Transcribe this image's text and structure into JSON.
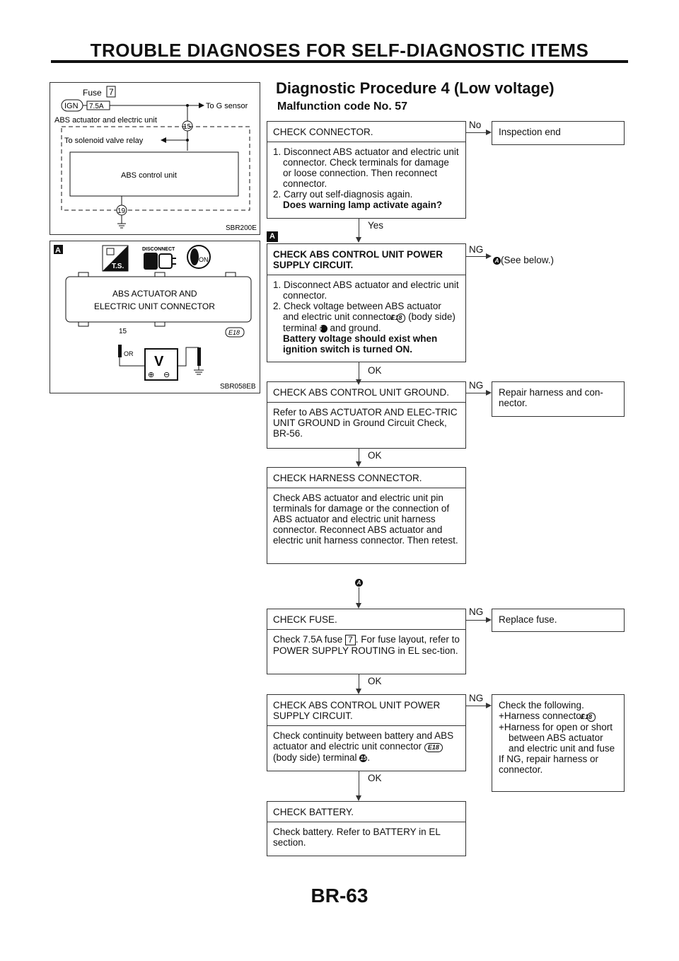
{
  "page": {
    "header": "TROUBLE DIAGNOSES FOR SELF-DIAGNOSTIC ITEMS",
    "title": "Diagnostic Procedure 4 (Low voltage)",
    "subtitle": "Malfunction code No. 57",
    "page_number": "BR-63"
  },
  "figure1": {
    "fuse_label": "Fuse",
    "fuse_number": "7",
    "ign_label": "IGN",
    "amp_label": "7.5A",
    "g_sensor_label": "To G sensor",
    "unit_label": "ABS actuator and electric unit",
    "terminal_15": "15",
    "solenoid_label": "To solenoid valve relay",
    "control_unit_label": "ABS control unit",
    "terminal_19": "19",
    "code": "SBR200E"
  },
  "figure2": {
    "marker": "A",
    "disconnect_label": "DISCONNECT",
    "ts_label": "T.S.",
    "on_label": "ON",
    "connector_line1": "ABS ACTUATOR AND",
    "connector_line2": "ELECTRIC UNIT CONNECTOR",
    "terminal": "15",
    "connector_code": "E18",
    "wire_color": "OR",
    "meter_label": "V",
    "code": "SBR058EB"
  },
  "flow": {
    "step1": {
      "header": "CHECK CONNECTOR.",
      "lines": [
        "1. Disconnect ABS actuator and electric unit connector. Check terminals for damage or loose connection. Then reconnect connector.",
        "2. Carry out self-diagnosis again."
      ],
      "question": "Does warning lamp activate again?",
      "branch_label": "No",
      "branch_result": "Inspection end",
      "next_label": "Yes"
    },
    "marker_a": "A",
    "step2": {
      "header": "CHECK ABS CONTROL UNIT POWER SUPPLY CIRCUIT.",
      "line1": "1. Disconnect ABS actuator and electric unit connector.",
      "line2_pre": "2. Check voltage between ABS actuator and electric unit connector",
      "line2_conn": "E18",
      "line2_mid": "(body side) terminal",
      "line2_term": "15",
      "line2_post": "and ground.",
      "question": "Battery voltage should exist when ignition switch is turned ON.",
      "branch_label": "NG",
      "branch_ref": "A",
      "branch_result": "(See below.)",
      "next_label": "OK"
    },
    "step3": {
      "header": "CHECK ABS CONTROL UNIT GROUND.",
      "body": "Refer to ABS ACTUATOR AND ELEC-TRIC UNIT GROUND in Ground Circuit Check, BR-56.",
      "branch_label": "NG",
      "branch_result": "Repair harness and con-nector.",
      "next_label": "OK"
    },
    "step4": {
      "header": "CHECK HARNESS CONNECTOR.",
      "body": "Check ABS actuator and electric unit pin terminals for damage or the connection of ABS actuator and electric unit harness connector. Reconnect ABS actuator and electric unit harness connector. Then retest."
    },
    "ref_a": "A",
    "step5": {
      "header": "CHECK FUSE.",
      "body_pre": "Check 7.5A fuse",
      "fuse": "7",
      "body_post": ". For fuse layout, refer to POWER SUPPLY ROUTING in EL sec-tion.",
      "branch_label": "NG",
      "branch_result": "Replace fuse.",
      "next_label": "OK"
    },
    "step6": {
      "header": "CHECK ABS CONTROL UNIT POWER SUPPLY CIRCUIT.",
      "body_pre": "Check continuity between battery and ABS actuator and electric unit connector",
      "body_conn": "E18",
      "body_mid": "(body side) terminal",
      "body_term": "15",
      "body_post": ".",
      "branch_label": "NG",
      "branch_title": "Check the following.",
      "branch_item1_pre": "Harness connector",
      "branch_item1_conn": "E18",
      "branch_item2": "Harness for open or short between ABS actuator and electric unit and fuse",
      "branch_footer": "If NG, repair harness or connector.",
      "next_label": "OK"
    },
    "step7": {
      "header": "CHECK BATTERY.",
      "body": "Check battery. Refer to BATTERY in EL section."
    }
  }
}
